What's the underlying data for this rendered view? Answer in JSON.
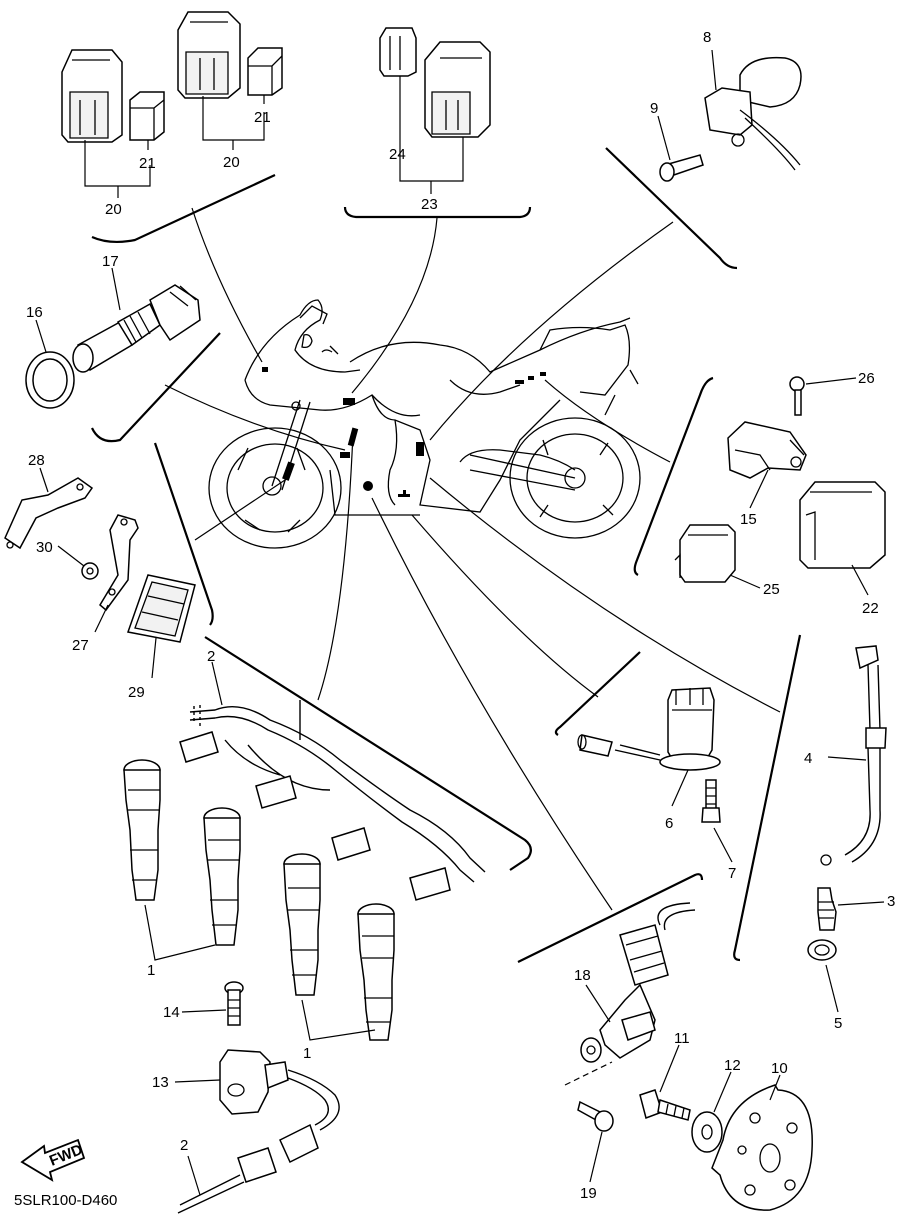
{
  "diagram": {
    "ref_code": "5SLR100-D460",
    "fwd_badge": "FWD",
    "part_numbers": {
      "p1a": "1",
      "p1b": "1",
      "p2a": "2",
      "p2b": "2",
      "p3": "3",
      "p4": "4",
      "p5": "5",
      "p6": "6",
      "p7": "7",
      "p8": "8",
      "p9": "9",
      "p10": "10",
      "p11": "11",
      "p12": "12",
      "p13": "13",
      "p14": "14",
      "p15": "15",
      "p16": "16",
      "p17": "17",
      "p18": "18",
      "p19": "19",
      "p20a": "20",
      "p20b": "20",
      "p21a": "21",
      "p21b": "21",
      "p22": "22",
      "p23": "23",
      "p24": "24",
      "p25": "25",
      "p26": "26",
      "p27": "27",
      "p28": "28",
      "p29": "29",
      "p30": "30"
    }
  }
}
